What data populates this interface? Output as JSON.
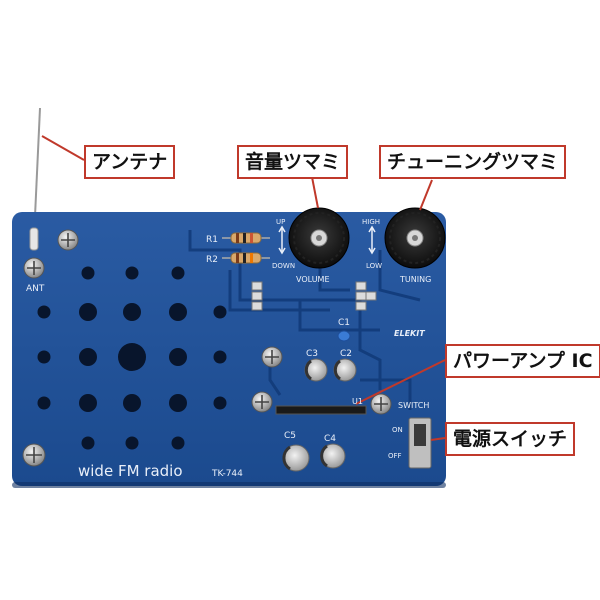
{
  "callouts": {
    "antenna": "アンテナ",
    "volume_knob": "音量ツマミ",
    "tuning_knob": "チューニングツマミ",
    "power_amp_ic": "パワーアンプ IC",
    "power_switch": "電源スイッチ"
  },
  "board": {
    "ant_label": "ANT",
    "product_name": "wide FM radio",
    "model": "TK-744",
    "brand": "ELEKIT",
    "r1": "R1",
    "r2": "R2",
    "c1": "C1",
    "c2": "C2",
    "c3": "C3",
    "c4": "C4",
    "c5": "C5",
    "u1": "U1",
    "volume_up": "UP",
    "volume_down": "DOWN",
    "volume_label": "VOLUME",
    "tuning_high": "HIGH",
    "tuning_low": "LOW",
    "tuning_label": "TUNING",
    "switch_label": "SWITCH",
    "switch_on": "ON",
    "switch_off": "OFF"
  },
  "colors": {
    "pcb": "#1d4f96",
    "callout_border": "#c0392b",
    "silkscreen": "#e8eef8"
  }
}
